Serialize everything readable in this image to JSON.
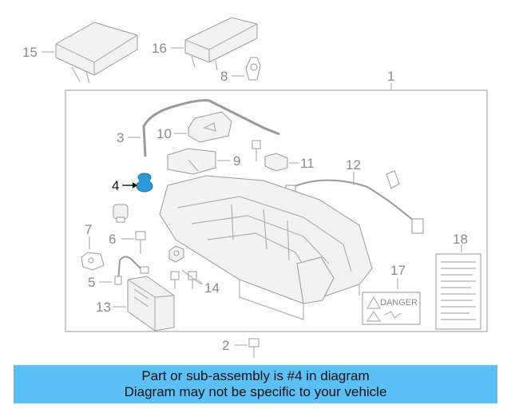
{
  "colors": {
    "banner_bg": "#5bc0f5",
    "highlight_part": "#2a9bd6",
    "line_gray": "#b0b0b0"
  },
  "diagram": {
    "labels": {
      "l1": "1",
      "l2": "2",
      "l3": "3",
      "l4": "4",
      "l5": "5",
      "l6": "6",
      "l7": "7",
      "l8": "8",
      "l9": "9",
      "l10": "10",
      "l11": "11",
      "l12": "12",
      "l13": "13",
      "l14": "14",
      "l15": "15",
      "l16": "16",
      "l17": "17",
      "l18": "18"
    },
    "danger_sign": "DANGER"
  },
  "banner": {
    "line1": "Part or sub-assembly is #4 in diagram",
    "line2": "Diagram may not be specific to your vehicle"
  }
}
